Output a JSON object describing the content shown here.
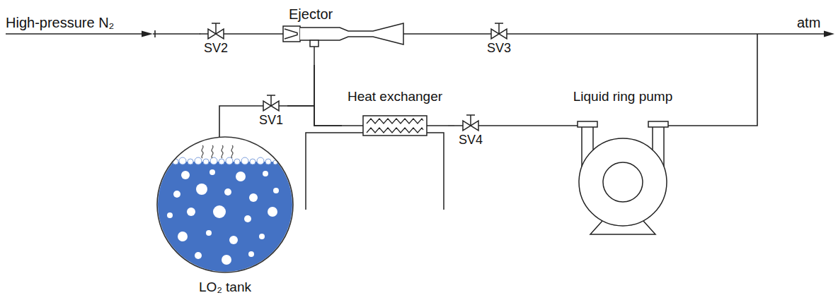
{
  "diagram": {
    "nodes": [
      {
        "text": [
          "SV2"
        ]
      },
      {
        "text": [
          "Ejector"
        ]
      },
      {
        "text": [
          "SV3"
        ]
      },
      {
        "text": [
          "SV1"
        ]
      },
      {
        "text": [
          "Heat exchanger"
        ]
      },
      {
        "text": [
          "SV4"
        ]
      },
      {
        "text": [
          "Liquid ring pump"
        ]
      },
      {
        "text": [
          "LO₂ tank"
        ]
      }
    ],
    "edges": [
      {
        "from": 0,
        "to": 1,
        "arrow": "none"
      },
      {
        "from": 1,
        "to": 2,
        "arrow": "none"
      },
      {
        "from": 7,
        "to": 3,
        "arrow": "none"
      },
      {
        "from": 3,
        "to": 1,
        "arrow": "none"
      },
      {
        "from": 1,
        "to": 4,
        "arrow": "none"
      },
      {
        "from": 3,
        "to": 4,
        "arrow": "none"
      },
      {
        "from": 4,
        "to": 5,
        "arrow": "none"
      },
      {
        "from": 5,
        "to": 6,
        "arrow": "none"
      }
    ],
    "labels": [
      "High-pressure N₂",
      "atm"
    ]
  }
}
